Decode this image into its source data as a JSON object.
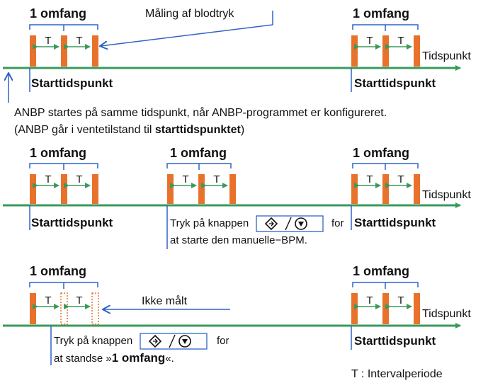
{
  "labels": {
    "scope": "1 omfang",
    "interval": "T",
    "start": "Starttidspunkt",
    "time": "Tidspunkt",
    "measurement": "Måling af blodtryk",
    "not_measured": "Ikke målt",
    "legend": "T : Intervalperiode"
  },
  "notes": {
    "line1": "ANBP startes på samme tidspunkt, når ANBP-programmet er konfigureret.",
    "line2_prefix": "(ANBP går i ventetilstand til ",
    "line2_bold": "starttidspunktet",
    "line2_suffix": ")",
    "manual_a": "Tryk på knappen",
    "manual_b": "for",
    "manual_c": "at starte den manuelle−BPM.",
    "stop_a": "Tryk på knappen",
    "stop_b": "for",
    "stop_c_prefix": "at standse »",
    "stop_c_bold": "1 omfang",
    "stop_c_suffix": "«."
  },
  "colors": {
    "timeline": "#3a9a5c",
    "bar": "#e8722b",
    "callout": "#2f63c8"
  },
  "icons": {
    "start_stop": "start-stop-button-icon"
  }
}
